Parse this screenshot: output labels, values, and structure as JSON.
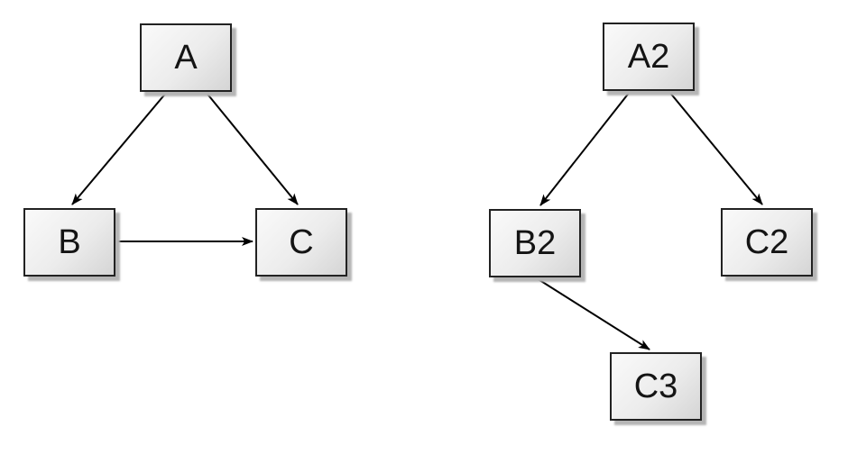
{
  "colors": {
    "background": "#ffffff",
    "node_fill_light": "#fafafa",
    "node_fill_dark": "#d5d5d5",
    "node_border": "#222222",
    "node_shadow": "#b5b5b5",
    "edge": "#000000",
    "label_text": "#141414"
  },
  "diagrams": [
    {
      "name": "left-graph",
      "nodes": [
        {
          "id": "A",
          "label": "A"
        },
        {
          "id": "B",
          "label": "B"
        },
        {
          "id": "C",
          "label": "C"
        }
      ],
      "edges": [
        {
          "from": "A",
          "to": "B",
          "arrow": "filled-head"
        },
        {
          "from": "A",
          "to": "C",
          "arrow": "filled-head"
        },
        {
          "from": "B",
          "to": "C",
          "arrow": "filled-head"
        }
      ]
    },
    {
      "name": "right-graph",
      "nodes": [
        {
          "id": "A2",
          "label": "A2"
        },
        {
          "id": "B2",
          "label": "B2"
        },
        {
          "id": "C2",
          "label": "C2"
        },
        {
          "id": "C3",
          "label": "C3"
        }
      ],
      "edges": [
        {
          "from": "A2",
          "to": "B2",
          "arrow": "filled-head"
        },
        {
          "from": "A2",
          "to": "C2",
          "arrow": "filled-head"
        },
        {
          "from": "B2",
          "to": "C3",
          "arrow": "filled-head"
        }
      ]
    }
  ]
}
